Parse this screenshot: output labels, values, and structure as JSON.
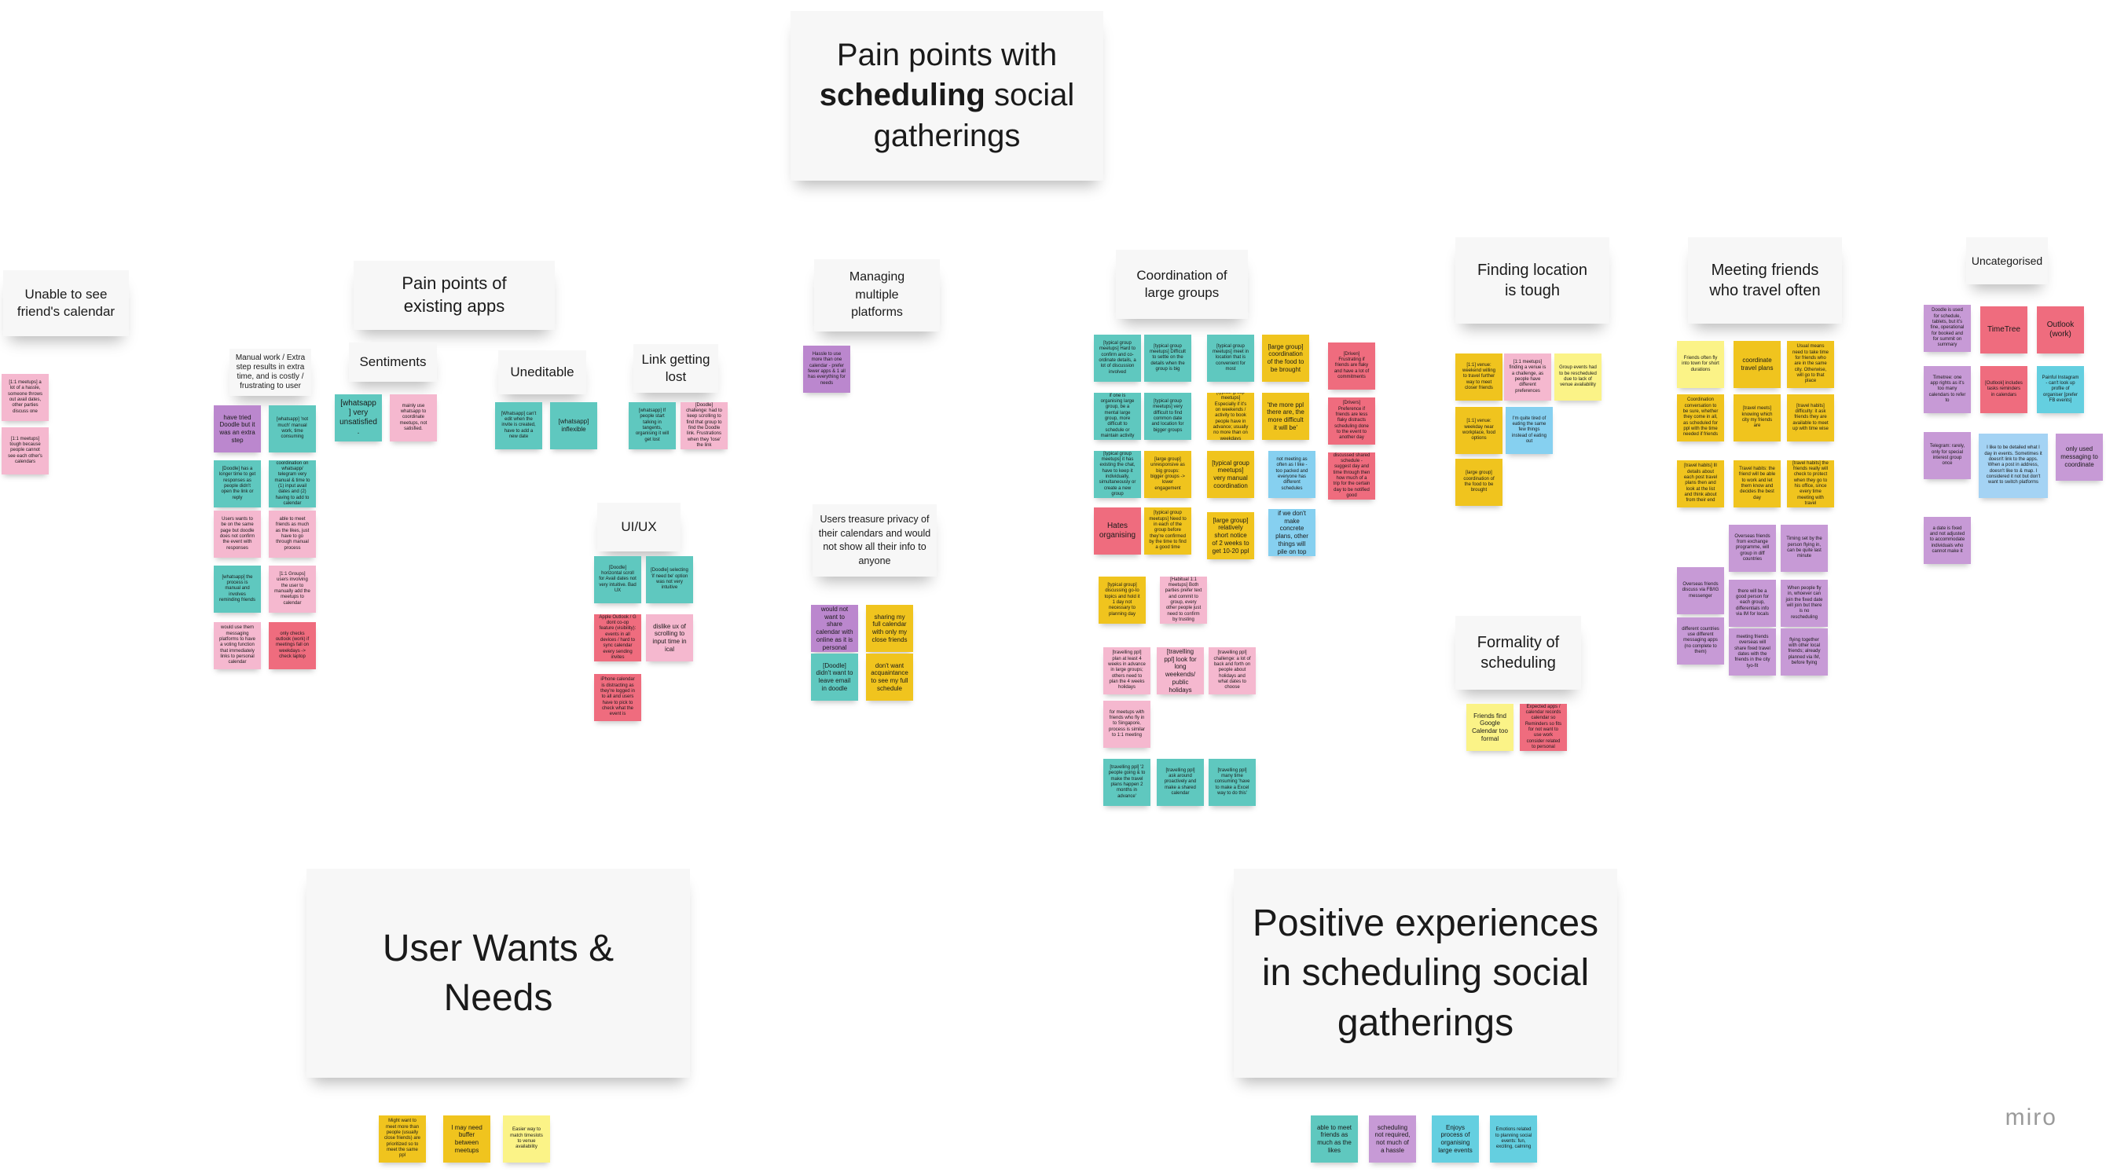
{
  "title": {
    "prefix": "Pain points with",
    "bold": "scheduling",
    "suffix": "social gatherings"
  },
  "sections": {
    "friends_calendar": "Unable to see friend's calendar",
    "existing_apps": "Pain points of existing apps",
    "manual_work": "Manual work / Extra step results in extra time, and is costly / frustrating to user",
    "sentiments": "Sentiments",
    "uneditable": "Uneditable",
    "link_lost": "Link getting lost",
    "uiux": "UI/UX",
    "multiple_platforms": "Managing multiple platforms",
    "privacy": "Users treasure privacy of their calendars and would not show all their info to anyone",
    "large_groups": "Coordination of large groups",
    "location": "Finding location is tough",
    "travel_often": "Meeting friends who travel often",
    "uncategorised": "Uncategorised",
    "formality": "Formality of scheduling",
    "wants": "User Wants & Needs",
    "positive": "Positive experiences in scheduling social gatherings"
  },
  "notes": {
    "cal1": "[1:1 meetups] a lot of a hassle, someone throws out avail dates, other parties discuss one",
    "cal2": "[1:1 meetups] tough because people cannot see each other's calendars",
    "m1": "have tried Doodle but it was an extra step",
    "m2": "[whatsapp] 'not much' manual work, time consuming",
    "m3": "[Doodle] has a longer time to get responses as people didn't open the link or reply",
    "m4": "coordination on whatsapp/ telegram very manual & time to (1) input avail dates and (2) having to add to calendar",
    "m5": "Users wants to be on the same page but doodle does not confirm the event with responses",
    "m6": "able to meet friends as much as the likes, just have to go through manual process",
    "m7": "[whatsapp] the process is manual and involves reminding friends",
    "m8": "[1:1 Groups] users involving the user to manually add the meetups to calendar",
    "m9": "would use them messaging platforms to have a voting function that immediately links to personal calendar",
    "m10": "only checks outlook (work) if meetings fall on weekdays -> check laptop",
    "s1": "[whatsapp] very unsatisfied.",
    "s2": "mainly use whatsapp to coordinate meetups, not satisfied.",
    "u1": "[Whatsapp] can't edit when the invite is created, have to add a new date",
    "u2": "[whatsapp] inflexible",
    "l1": "[whatsapp] If people start talking in tangents, organising it will get lost",
    "l2": "[Doodle] challenge: had to keep scrolling to find that group to find the Doodle link. Frustrations when they 'lose' the link",
    "ui1": "[Doodle] horizontal scroll for Avail dates not very intuitive. Bad UX",
    "ui2": "[Doodle] selecting 'if need be' option was not very intuitive",
    "ui3": "Apple Outlook / G dont co-op feature (visibility): events in all devices / hard to sync calendar every sending invites",
    "ui4": "dislike ux of scrolling to input time in ical",
    "ui5": "iPhone calendar is distracting as they're logged in to all and users have to pick to check what the event is",
    "mp1": "Hassle to use more than one calendar - prefer fewer apps & 1 all has everything for needs",
    "p1": "would not want to share calendar with online as it is personal",
    "p2": "sharing my full calendar with only my close friends",
    "p3": "[Doodle] didn't want to leave email in doodle",
    "p4": "don't want acquaintance to see my full schedule",
    "g1": "[typical group meetups] Hard to confirm and co-ordinate details, a lot of discussion involved",
    "g2": "[typical group meetups] Difficult to settle on the details when the group is big",
    "g3": "[typical group meetups] meet in location that is convenient for most",
    "g4": "[large group] coordination of the food to be brought",
    "g5": "[Driven] Frustrating if friends are flaky and have a lot of commitments",
    "g6": "if one is organising large group, be a mental large group, more difficult to schedule or maintain activity",
    "g7": "[typical group meetups] very difficult to find common date and location for bigger groups",
    "g8": "[typical group meetups] Especially if it's on weekends / activity to book people have in advance; usually no more than on weekdays",
    "g9": "'the more ppl there are, the more difficult it will be'",
    "g10": "[Drivers] Preference if friends are less flaky distracts scheduling done to the event to another day",
    "g11": "[typical group meetups] it has existing the chat, have to keep it individually, simultaneously or create a new group",
    "g12": "[large group] unresponsive as big groups: bigger groups -> lower engagement",
    "g13": "[typical group meetups] very manual coordination",
    "g14": "not meeting as often as I like - too packed and everyone has different schedules",
    "g15": "discussed shared schedule - suggest day and time through then how much of a trip for the certain day to be notified good",
    "g16": "Hates organising",
    "g17": "[typical group meetups] Need to in each of the group before they're confirmed by the time to find a good time",
    "g18": "[large group] relatively short notice of 2 weeks to get 10-20 ppl",
    "g19": "if we don't make concrete plans, other things will pile on top",
    "g20": "[typical group] discussing go-to topics and hold it 1 day not necessary to planning day",
    "g21": "[Habitual 1:1 meetups] Both parties prefer text and commit to group, every other people just need to confirm by trusting",
    "g22": "[travelling ppl] plan at least 4 weeks in advance in large groups; others need to plan the 4 weeks holidays",
    "g23": "[travelling ppl] look for long weekends/ public holidays",
    "g24": "[travelling ppl] challenge: a lot of back and forth on people about holidays and what dates to choose",
    "g25": "for meetups with friends who fly in to Singapore, process is similar to 1:1 meeting",
    "g26": "[travelling ppl] '2 people going & to make the travel plans happen 2 months in advance'",
    "g27": "[travelling ppl] ask around proactively and make a shared calendar",
    "g28": "[travelling ppl] many time consuming 'have to make a Excel way to do this'",
    "f1": "[1:1] venue: weekend willing to travel further way to meet closer friends",
    "f2": "[1:1 meetups] finding a venue is a challenge, as people have different preferences",
    "f3": "Group events had to be rescheduled due to lack of venue availability",
    "f4": "[1:1] venue: weekday near workplace, food options",
    "f5": "I'm quite tired of eating the same few things instead of eating out",
    "f6": "[large group] coordination of the food to be brought",
    "t1": "Friends often fly into town for short durations",
    "t2": "coordinate travel plans",
    "t3": "Usual means need to take time for friends who are in the same city. Otherwise, will go to that place",
    "t4": "Coordination conversation to be sure, whether they come in all, as scheduled for ppl with the time needed if friends",
    "t5": "[travel meets] knowing which city my friends are",
    "t6": "[travel habits] difficulty: it ask friends they are available to meet up with time wise",
    "t7": "[travel habits] Ill details about each post travel plans then and look at the list and think about from their end",
    "t8": "Travel habits: the friend will be able to work and let them know and decides the best day",
    "t9": "[travel habits] the friends really will check to protect when they go to his office, since every time meeting with travel",
    "t10": "Overseas friends from exchange programme, will group in diff countries",
    "t11": "Timing set by the person flying in, can be quite last minute",
    "t12": "Overseas friends discuss via FB/IG messenger",
    "t13": "there will be a good person for each group, differentials info via IM for locals",
    "t14": "When people fly in, whoever can join the fixed date will join but there is no rescheduling",
    "t15": "different countries use different messaging apps (no complete to them)",
    "t16": "meeting friends overseas will share fixed travel dates with the friends in the city tyo-fit",
    "t17": "flying together with other local friends; already planned via IM, before flying",
    "uc1": "Doodle is used for schedule, tablets, but it's fine, operational for booked and for summit on summary",
    "uc2": "TimeTree",
    "uc3": "Outlook (work)",
    "uc4": "Timetree: one app rights as it's too many calendars to refer to",
    "uc5": "[Outlook] includes tasks reminders in calendars",
    "uc6": "Painful Instagram - can't look up profile of organiser [prefer FB events]",
    "uc7": "Telegram: rarely, only for special interest group once",
    "uc8": "I like to be detailed what I day in events. Sometimes it doesn't link to the apps. When a post in address, doesn't like to & map. I considered it not but don't want to switch platforms",
    "uc9": "only used messaging to coordinate",
    "uc10": "a date is fixed and not adjusted to accommodate individuals who cannot make it",
    "fo1": "Friends find Google Calendar too formal",
    "fo2": "Expected apps / calendar records calendar so Reminders so fits for not want to use work consider related to personal",
    "w1": "Might want to meet more than people (usually close friends) are prioritized so to meet the same ppl",
    "w2": "I may need buffer between meetups",
    "w3": "Easier way to match timeslots to venue availability",
    "pe1": "able to meet friends as much as the likes",
    "pe2": "scheduling not required, not much of a hassle",
    "pe3": "Enjoys process of organising large events",
    "pe4": "Emotions related to planning social events: fun, exciting, calming"
  },
  "brand": "miro"
}
